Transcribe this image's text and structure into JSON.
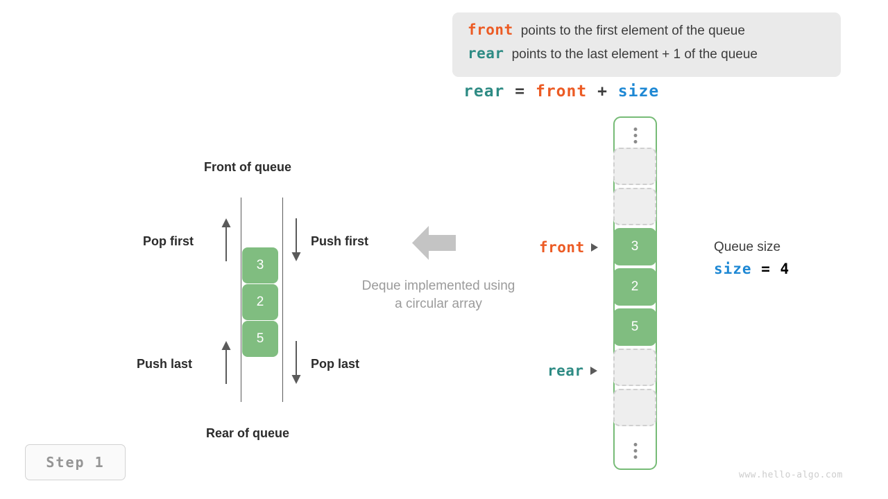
{
  "colors": {
    "front": "#ec5b24",
    "rear": "#2e8b84",
    "size": "#1e88d4",
    "cell_fill": "#80bd80",
    "array_border": "#76bb76",
    "legend_bg": "#eaeaea",
    "text": "#3c3c3c",
    "muted": "#9b9b9b"
  },
  "legend": {
    "line1": {
      "keyword": "front",
      "text": "points to the first element of the queue"
    },
    "line2": {
      "keyword": "rear",
      "text": "points to the last element + 1 of the queue"
    }
  },
  "equation": {
    "lhs": "rear",
    "eq": "=",
    "rhs1": "front",
    "plus": "+",
    "rhs2": "size"
  },
  "deque_diagram": {
    "top_label": "Front of queue",
    "bottom_label": "Rear of queue",
    "operations": {
      "pop_first": "Pop first",
      "push_first": "Push first",
      "push_last": "Push last",
      "pop_last": "Pop last"
    },
    "cells": [
      "3",
      "2",
      "5"
    ],
    "note_line1": "Deque implemented using",
    "note_line2": "a circular array"
  },
  "circular_array": {
    "slots": [
      {
        "value": "",
        "filled": false
      },
      {
        "value": "",
        "filled": false
      },
      {
        "value": "3",
        "filled": true
      },
      {
        "value": "2",
        "filled": true
      },
      {
        "value": "5",
        "filled": true
      },
      {
        "value": "",
        "filled": false
      },
      {
        "value": "",
        "filled": false
      }
    ],
    "pointers": {
      "front": {
        "label": "front",
        "slot_index": 2
      },
      "rear": {
        "label": "rear",
        "slot_index": 5
      }
    }
  },
  "size_note": {
    "title": "Queue size",
    "var": "size",
    "eq": "=",
    "value": "4"
  },
  "step_badge": "Step 1",
  "watermark": "www.hello-algo.com"
}
